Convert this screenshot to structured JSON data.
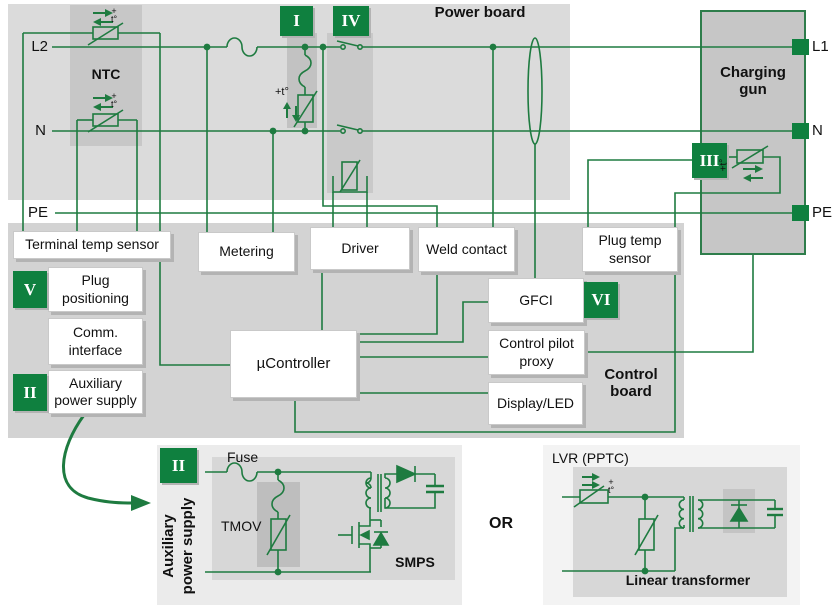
{
  "titles": {
    "power_board": "Power board",
    "control_board": "Control board",
    "charging_gun": "Charging gun",
    "ntc": "NTC",
    "or": "OR",
    "smps": "SMPS",
    "linear_transformer": "Linear transformer",
    "fuse": "Fuse",
    "tmov": "TMOV",
    "lvr": "LVR (PPTC)",
    "aux_rotated": "Auxiliary power supply"
  },
  "rails": {
    "left": {
      "l2": "L2",
      "n": "N",
      "pe": "PE"
    },
    "right": {
      "l1": "L1",
      "n": "N",
      "pe": "PE"
    }
  },
  "sections": {
    "i": "I",
    "ii": "II",
    "iii": "III",
    "iv": "IV",
    "v": "V",
    "vi": "VI",
    "ii_bottom": "II"
  },
  "blocks": {
    "terminal_temp_sensor": "Terminal temp sensor",
    "metering": "Metering",
    "driver": "Driver",
    "weld_contact": "Weld contact",
    "plug_temp_sensor": "Plug temp sensor",
    "plug_positioning": "Plug positioning",
    "comm_interface": "Comm. interface",
    "aux_power_supply": "Auxiliary power supply",
    "ucontroller": "µController",
    "gfci": "GFCI",
    "control_pilot_proxy": "Control pilot proxy",
    "display_led": "Display/LED"
  },
  "symbols": {
    "plus_tdeg": "+t°",
    "plus": "+",
    "tdeg": "t°"
  },
  "colors": {
    "green_fill": "#0f803f",
    "wire_green": "#1e7b40"
  }
}
